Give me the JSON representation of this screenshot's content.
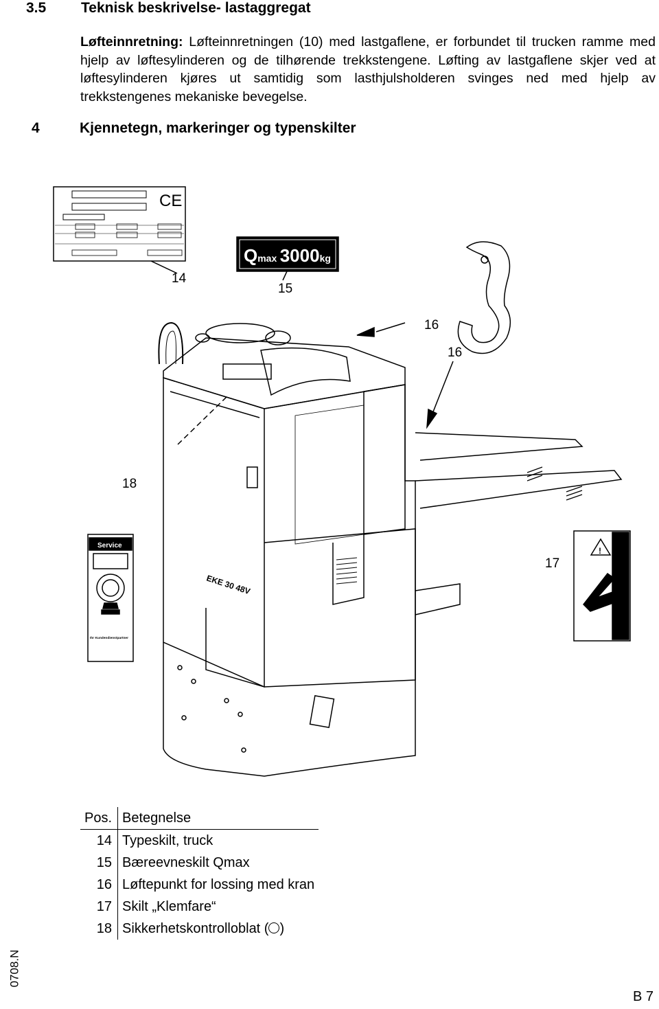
{
  "section": {
    "number": "3.5",
    "title": "Teknisk beskrivelse- lastaggregat"
  },
  "paragraph": {
    "lead": "Løfteinnretning:",
    "text": "Løfteinnretningen (10) med lastgaflene, er forbundet til trucken ramme med hjelp av løftesylinderen og de tilhørende trekkstengene. Løfting av lastgaflene skjer ved at løftesylinderen kjøres ut samtidig som lasthjulsholderen svinges ned med hjelp av trekkstengenes mekaniske bevegelse."
  },
  "chapter": {
    "number": "4",
    "title": "Kjennetegn, markeringer og typenskilter"
  },
  "figure": {
    "qmax_label": "Q",
    "qmax_sub": "max",
    "qmax_value": "3000",
    "qmax_unit": "kg",
    "service_title": "Service",
    "service_footer": "Ihr Kundendienstpartner",
    "truck_model": "EKE 30 48V",
    "ce_mark": "CE",
    "callouts": [
      "14",
      "15",
      "16",
      "16",
      "18",
      "17"
    ]
  },
  "legend": {
    "header": {
      "pos": "Pos.",
      "name": "Betegnelse"
    },
    "rows": [
      {
        "pos": "14",
        "name": "Typeskilt, truck"
      },
      {
        "pos": "15",
        "name": "Bæreevneskilt Qmax"
      },
      {
        "pos": "16",
        "name": "Løftepunkt for lossing med kran"
      },
      {
        "pos": "17",
        "name": "Skilt „Klemfare“"
      },
      {
        "pos": "18",
        "name": "Sikkerhetskontrolloblat (",
        "suffix": ")"
      }
    ]
  },
  "doc_code": "0708.N",
  "page": "B 7"
}
